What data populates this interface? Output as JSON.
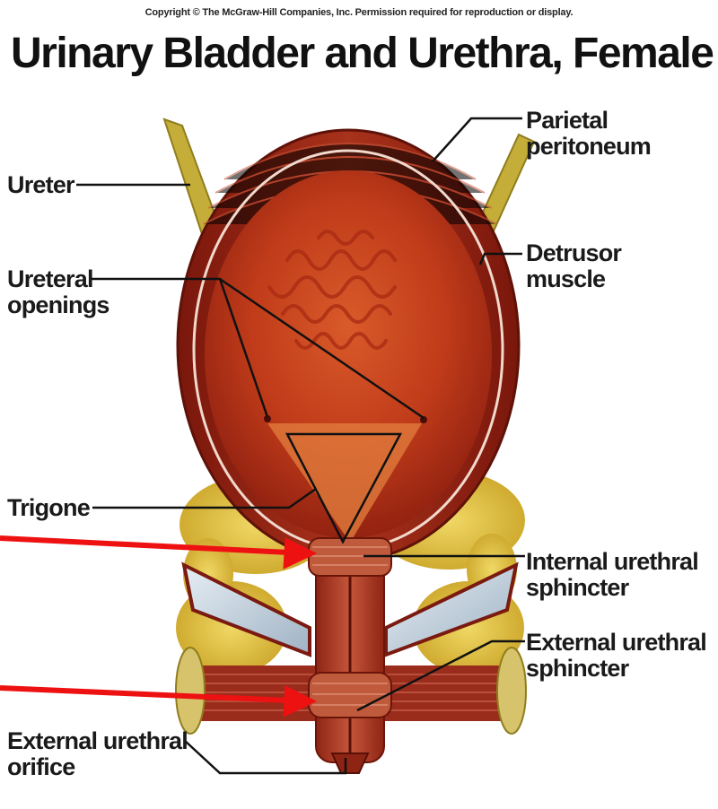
{
  "copyright": "Copyright © The McGraw-Hill Companies, Inc. Permission required for reproduction or display.",
  "title": "Urinary Bladder and Urethra, Female",
  "labels": {
    "parietal_peritoneum": [
      "Parietal",
      "peritoneum"
    ],
    "ureter": [
      "Ureter"
    ],
    "detrusor_muscle": [
      "Detrusor",
      "muscle"
    ],
    "ureteral_openings": [
      "Ureteral",
      "openings"
    ],
    "trigone": [
      "Trigone"
    ],
    "internal_urethral_sphincter": [
      "Internal urethral",
      "sphincter"
    ],
    "external_urethral_sphincter": [
      "External urethral",
      "sphincter"
    ],
    "external_urethral_orifice": [
      "External urethral",
      "orifice"
    ]
  },
  "colors": {
    "bladder_wall": "#8e1f12",
    "bladder_interior": "#c9401c",
    "fat": "#e0bf3a",
    "ureter": "#c8b23a",
    "arrow": "#ee1111",
    "leader_line": "#111111"
  }
}
